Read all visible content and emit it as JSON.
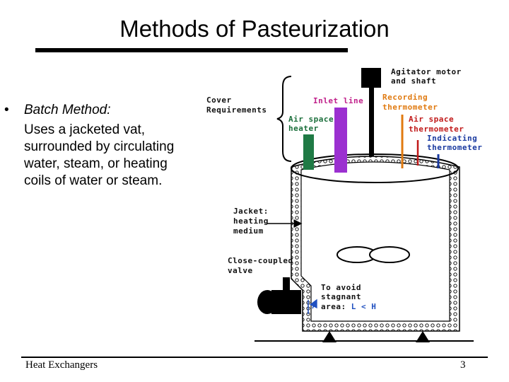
{
  "slide": {
    "title": "Methods of Pasteurization",
    "bullet_marker": "•",
    "bullet_heading": "Batch Method:",
    "bullet_text": "Uses a jacketed vat, surrounded by circulating water, steam, or heating coils of water or steam.",
    "footer_left": "Heat Exchangers",
    "page_number": "3"
  },
  "diagram": {
    "labels": {
      "agitator_1": "Agitator motor",
      "agitator_2": "and shaft",
      "cover_1": "Cover",
      "cover_2": "Requirements",
      "inlet": "Inlet line",
      "airheater_1": "Air space",
      "airheater_2": "heater",
      "recording_1": "Recording",
      "recording_2": "thermometer",
      "airthermo_1": "Air space",
      "airthermo_2": "thermometer",
      "indicating_1": "Indicating",
      "indicating_2": "thermometer",
      "jacket_1": "Jacket:",
      "jacket_2": "heating",
      "jacket_3": "medium",
      "valve_1": "Close-coupled",
      "valve_2": "valve",
      "avoid_1": "To avoid",
      "avoid_2": "stagnant",
      "avoid_3a": "area: ",
      "avoid_3b": "L < H"
    },
    "colors": {
      "label_dark": "#111111",
      "inlet": "#c0208a",
      "air_heater_label": "#1a6e3a",
      "air_heater_pipe": "#1f7a45",
      "recording": "#e07a10",
      "air_thermo": "#c01818",
      "indicating": "#1a3aa0",
      "inlet_pipe": "#9b30d0",
      "avoid_accent": "#2050c0"
    }
  }
}
